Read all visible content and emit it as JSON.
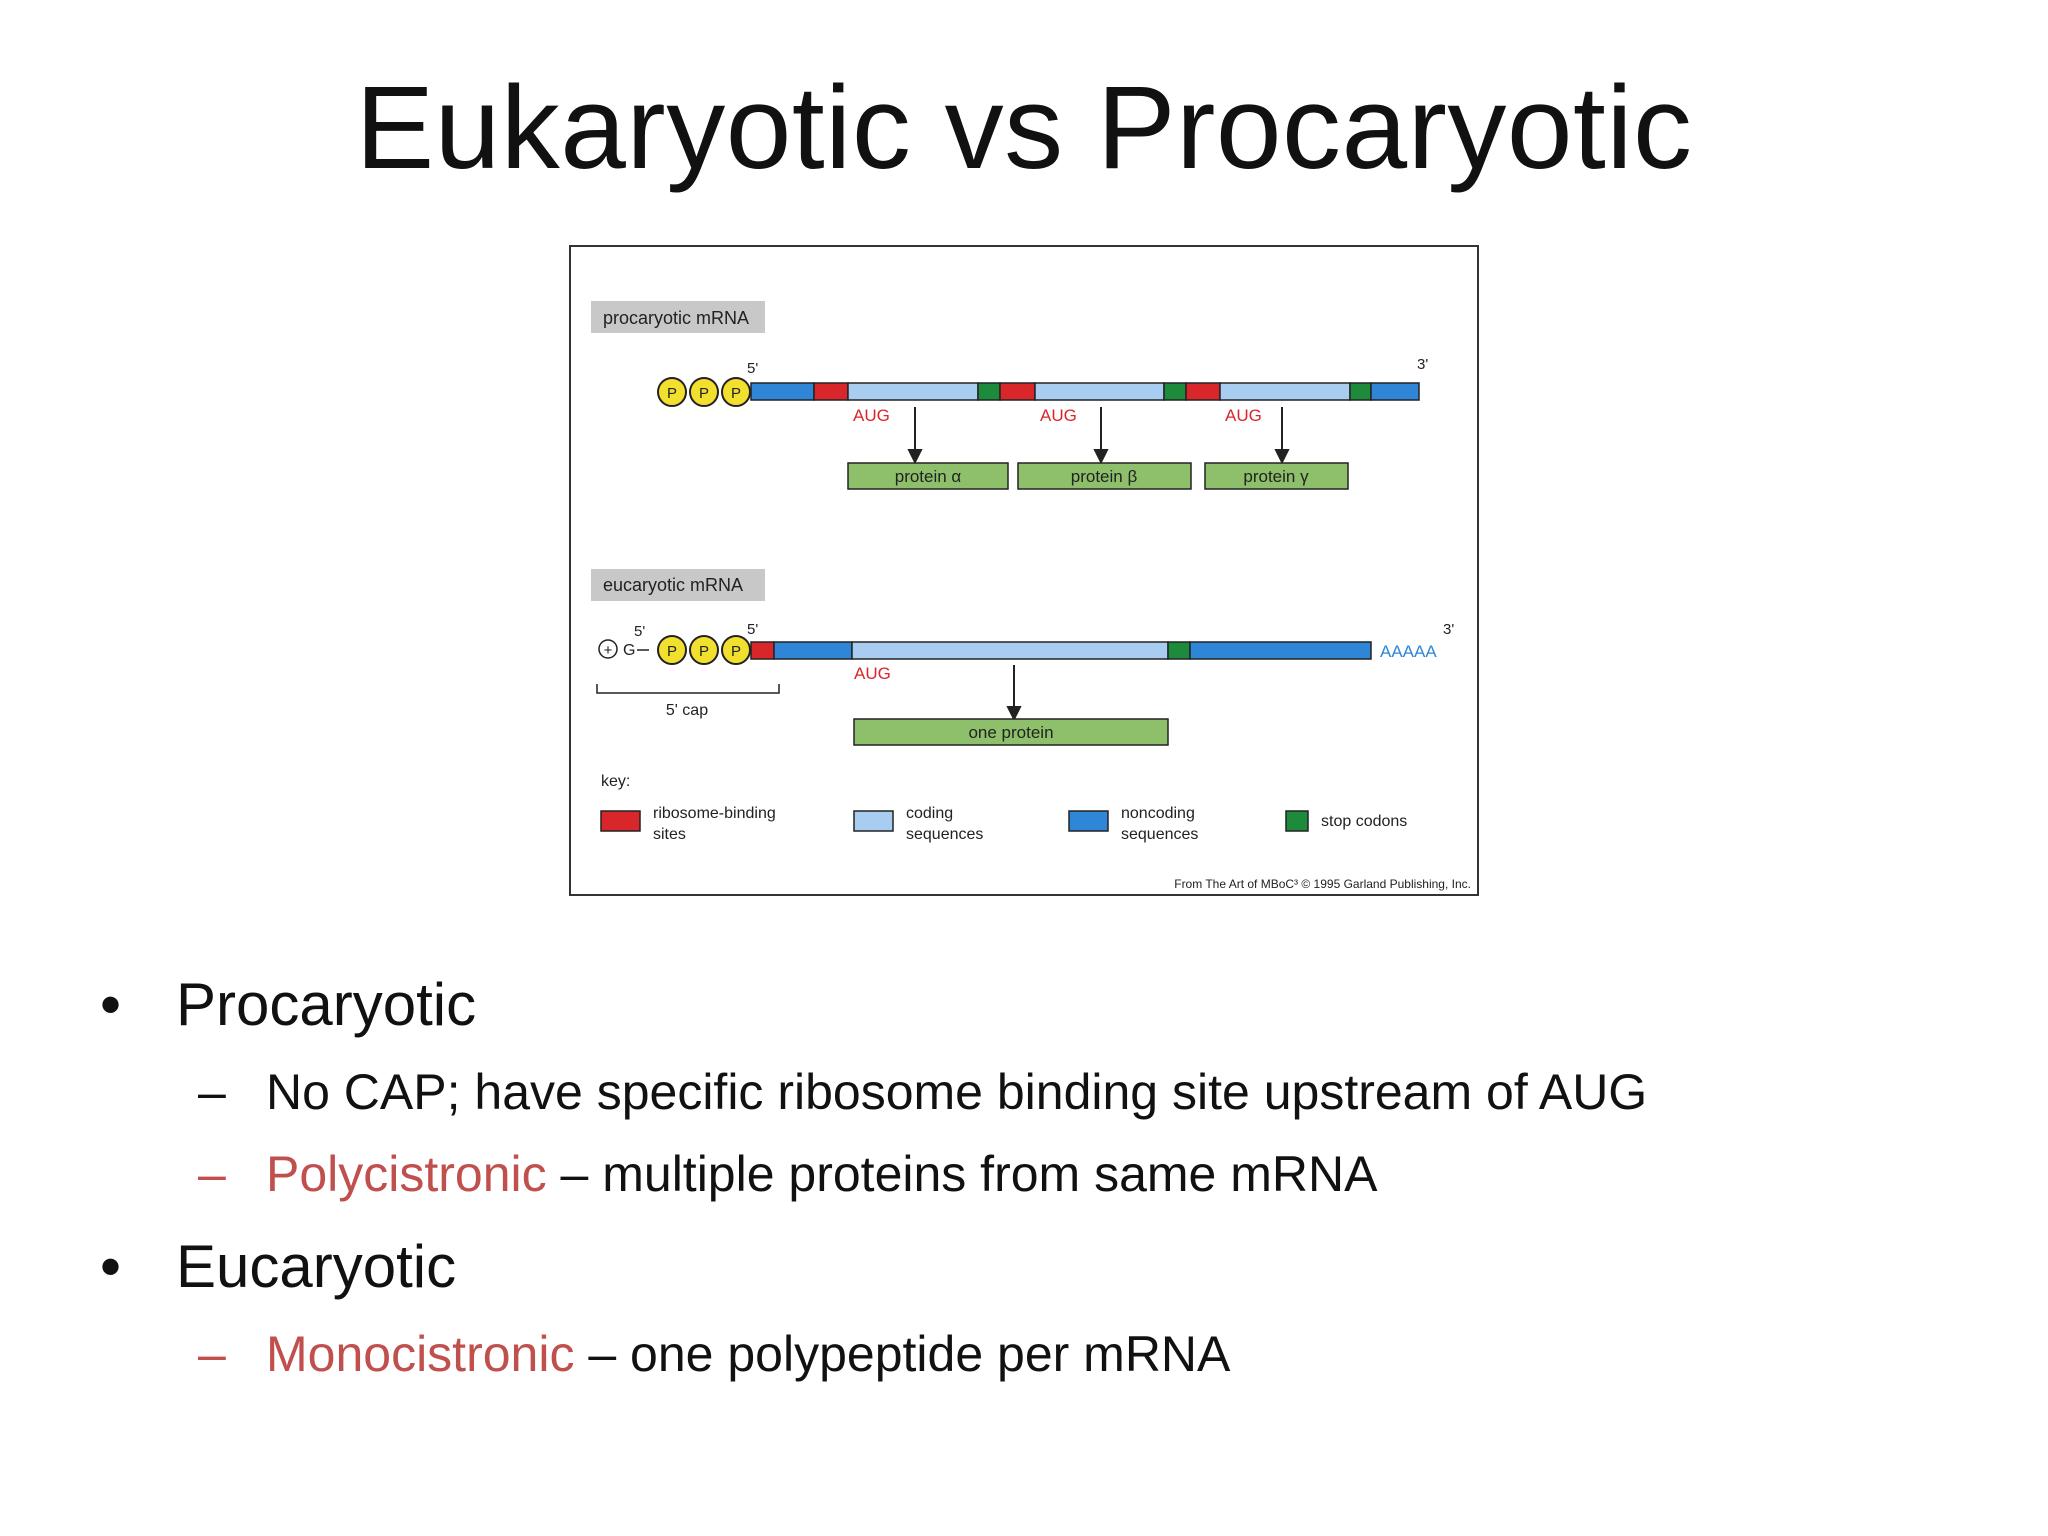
{
  "title": "Eukaryotic vs Procaryotic",
  "figure": {
    "procaryotic_label": "procaryotic mRNA",
    "eucaryotic_label": "eucaryotic mRNA",
    "five_prime": "5'",
    "three_prime": "3'",
    "phosphate": "P",
    "aug": "AUG",
    "protein_alpha": "protein α",
    "protein_beta": "protein β",
    "protein_gamma": "protein γ",
    "one_protein": "one protein",
    "cap_g": "G",
    "cap_plus": "+",
    "cap_label": "5' cap",
    "poly_a": "AAAAA",
    "key_label": "key:",
    "key_rbs_1": "ribosome-binding",
    "key_rbs_2": "sites",
    "key_coding_1": "coding",
    "key_coding_2": "sequences",
    "key_noncoding_1": "noncoding",
    "key_noncoding_2": "sequences",
    "key_stop": "stop codons",
    "credit": "From The Art of MBoC³ © 1995 Garland Publishing, Inc.",
    "colors": {
      "rbs": "#d9262b",
      "coding": "#a8cdf0",
      "noncoding": "#2f86d6",
      "stop": "#1e8a3c",
      "protein_box": "#8ec06b",
      "label_bg": "#c8c8c8",
      "phosphate": "#f2e02e"
    }
  },
  "bullets": {
    "b1": {
      "bullet": "•",
      "text": "Procaryotic"
    },
    "b1_sub1": {
      "dash": "–",
      "text": "No CAP; have specific ribosome binding site upstream of AUG"
    },
    "b1_sub2": {
      "dash": "–",
      "term": "Polycistronic",
      "text": " – multiple proteins from same mRNA"
    },
    "b2": {
      "bullet": "•",
      "text": "Eucaryotic"
    },
    "b2_sub1": {
      "dash": "–",
      "term": "Monocistronic",
      "text": " – one polypeptide per mRNA"
    }
  }
}
